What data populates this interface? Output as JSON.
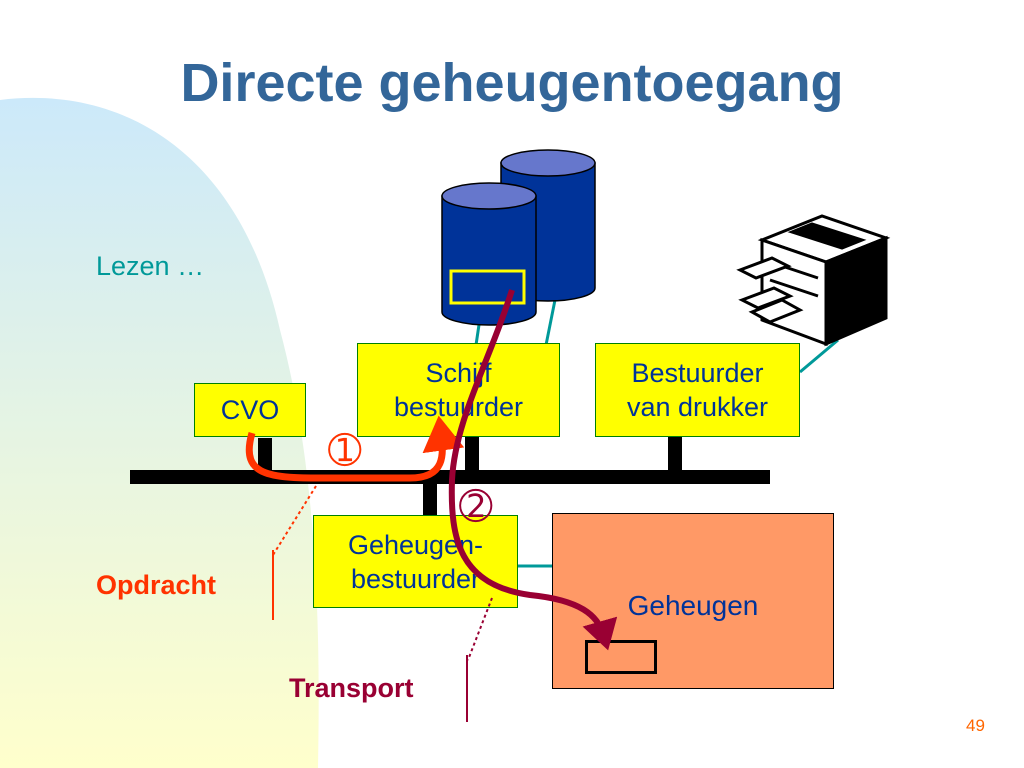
{
  "slide": {
    "title": "Directe geheugentoegang",
    "subtitle": "Lezen …",
    "page_number": "49"
  },
  "diagram": {
    "cpu_label": "CVO",
    "disk_controller_label": [
      "Schijf",
      "bestuurder"
    ],
    "printer_controller_label": [
      "Bestuurder",
      "van drukker"
    ],
    "memory_controller_label": [
      "Geheugen-",
      "bestuurder"
    ],
    "memory_label": "Geheugen",
    "step_markers": [
      "➀",
      "➁"
    ],
    "callouts": {
      "command": "Opdracht",
      "transport": "Transport"
    }
  },
  "colors": {
    "title": "#336699",
    "subtitle": "#009999",
    "box_fill": "#ffff00",
    "box_text": "#003399",
    "bus": "#000000",
    "memory_fill": "#ff9966",
    "command_arrow": "#ff3300",
    "transport_arrow": "#990033",
    "disk_fill": "#003399",
    "disk_top": "#6677cc",
    "connector": "#009999",
    "page_number": "#ff6600"
  }
}
